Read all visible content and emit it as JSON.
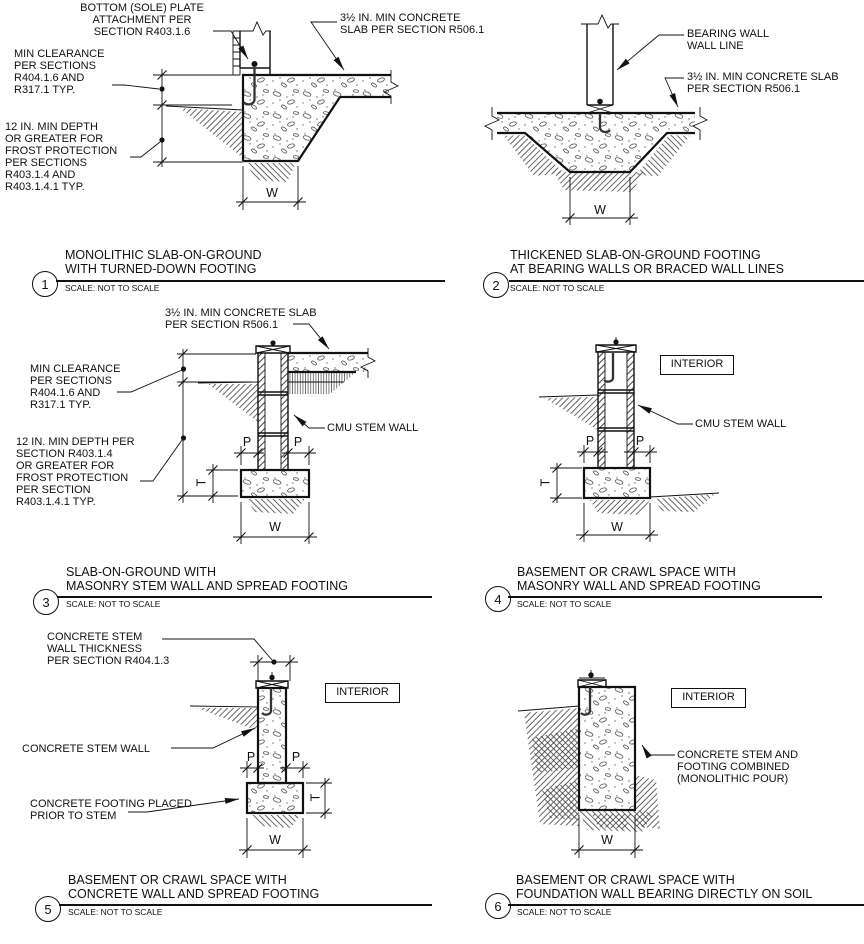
{
  "panels": [
    {
      "number": "1",
      "title": "MONOLITHIC SLAB-ON-GROUND\nWITH TURNED-DOWN FOOTING",
      "scale": "SCALE: NOT TO SCALE",
      "labels": {
        "sole_plate": "BOTTOM (SOLE) PLATE\nATTACHMENT PER\nSECTION R403.1.6",
        "slab": "3½ IN. MIN CONCRETE\nSLAB PER SECTION R506.1",
        "clearance": "MIN CLEARANCE\nPER SECTIONS\nR404.1.6 AND\nR317.1 TYP.",
        "frost": "12 IN. MIN DEPTH\nOR GREATER FOR\nFROST PROTECTION\nPER SECTIONS\nR403.1.4 AND\nR403.1.4.1 TYP.",
        "w": "W"
      }
    },
    {
      "number": "2",
      "title": "THICKENED SLAB-ON-GROUND FOOTING\nAT BEARING WALLS OR BRACED WALL LINES",
      "scale": "SCALE: NOT TO SCALE",
      "labels": {
        "bearing": "BEARING WALL\nWALL LINE",
        "slab": "3½ IN. MIN CONCRETE SLAB\nPER SECTION R506.1",
        "w": "W"
      }
    },
    {
      "number": "3",
      "title": "SLAB-ON-GROUND WITH\nMASONRY STEM WALL AND SPREAD FOOTING",
      "scale": "SCALE: NOT TO SCALE",
      "labels": {
        "slab": "3½ IN. MIN CONCRETE SLAB\nPER SECTION R506.1",
        "clearance": "MIN CLEARANCE\nPER SECTIONS\nR404.1.6 AND\nR317.1 TYP.",
        "frost": "12 IN. MIN DEPTH PER\nSECTION R403.1.4\nOR GREATER FOR\nFROST PROTECTION\nPER SECTION\nR403.1.4.1 TYP.",
        "cmu": "CMU STEM WALL",
        "p1": "P",
        "p2": "P",
        "t": "T",
        "w": "W"
      }
    },
    {
      "number": "4",
      "title": "BASEMENT OR CRAWL SPACE WITH\nMASONRY WALL AND SPREAD FOOTING",
      "scale": "SCALE: NOT TO SCALE",
      "labels": {
        "interior": "INTERIOR",
        "cmu": "CMU STEM WALL",
        "p1": "P",
        "p2": "P",
        "t": "T",
        "w": "W"
      }
    },
    {
      "number": "5",
      "title": "BASEMENT OR CRAWL SPACE WITH\nCONCRETE WALL AND SPREAD FOOTING",
      "scale": "SCALE: NOT TO SCALE",
      "labels": {
        "thickness": "CONCRETE STEM\nWALL THICKNESS\nPER SECTION R404.1.3",
        "interior": "INTERIOR",
        "stem": "CONCRETE STEM WALL",
        "footing": "CONCRETE FOOTING PLACED\nPRIOR TO STEM",
        "p1": "P",
        "p2": "P",
        "t": "T",
        "w": "W"
      }
    },
    {
      "number": "6",
      "title": "BASEMENT OR CRAWL SPACE WITH\nFOUNDATION WALL BEARING DIRECTLY ON SOIL",
      "scale": "SCALE: NOT TO SCALE",
      "labels": {
        "interior": "INTERIOR",
        "combined": "CONCRETE STEM AND\nFOOTING COMBINED\n(MONOLITHIC POUR)",
        "w": "W"
      }
    }
  ],
  "colors": {
    "ink": "#111111",
    "paper": "#ffffff"
  }
}
